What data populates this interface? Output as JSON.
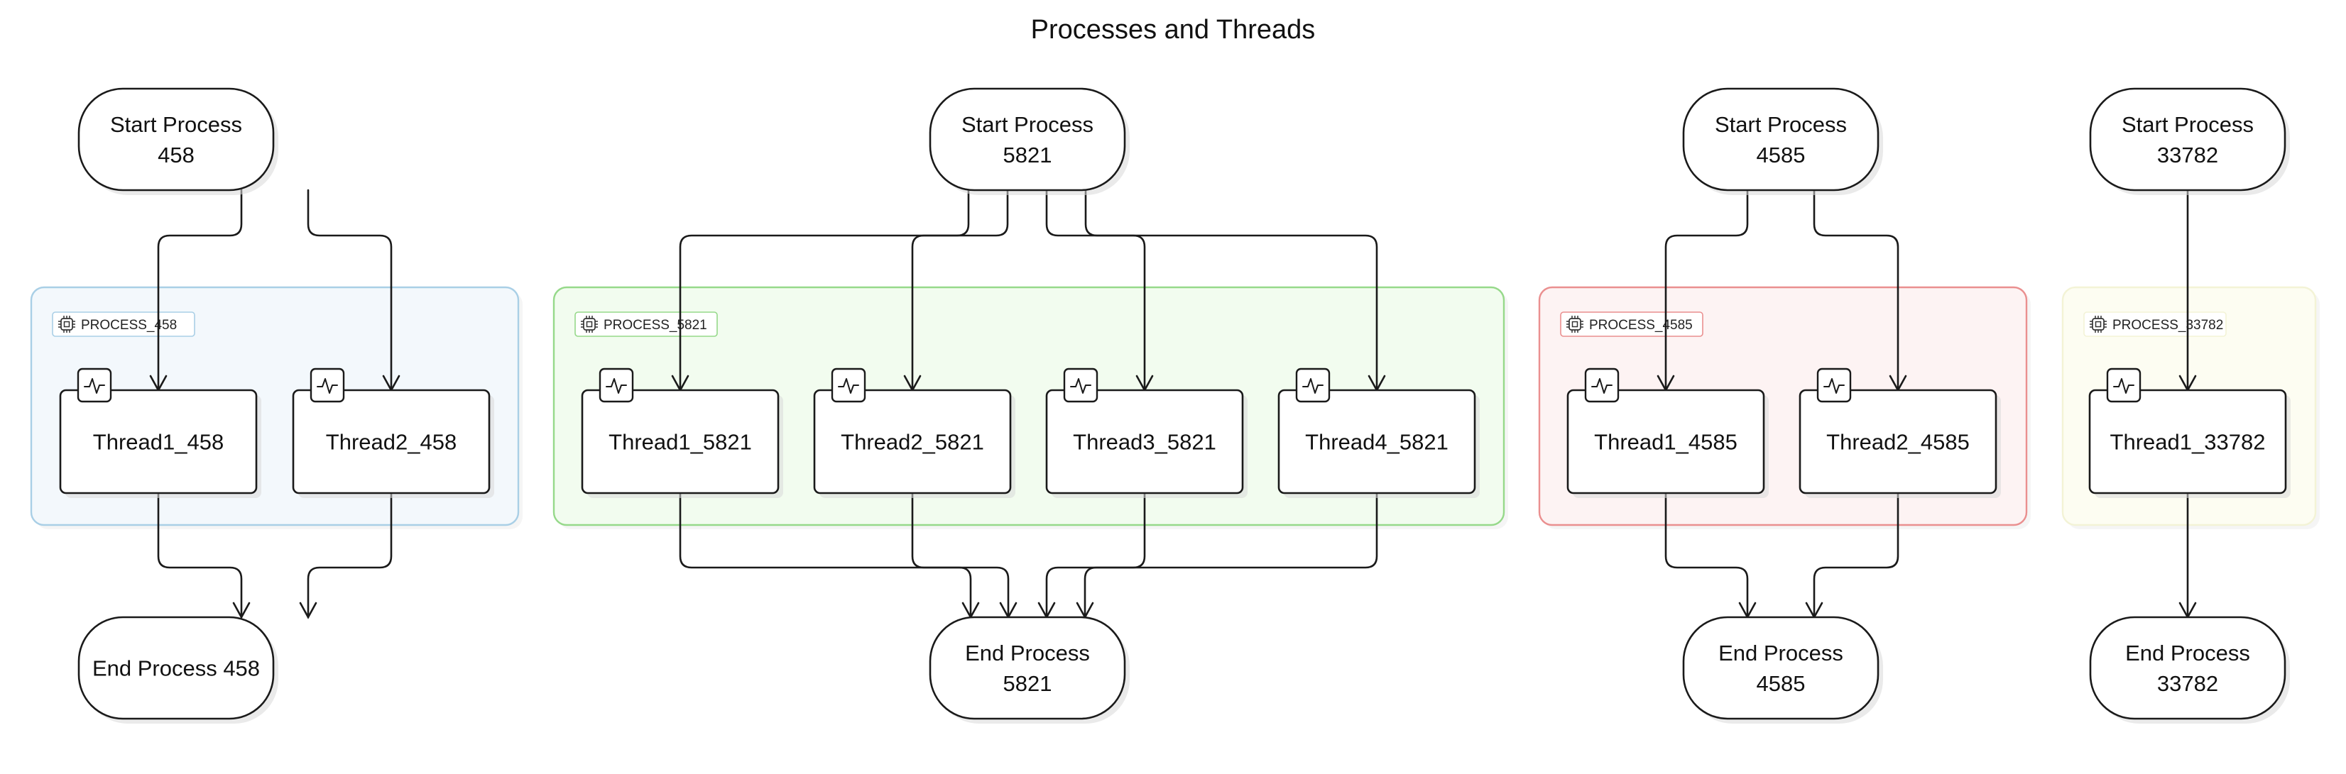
{
  "title": "Processes and Threads",
  "processes": [
    {
      "group_label": "PROCESS_458",
      "start_label": [
        "Start Process",
        "458"
      ],
      "end_label": [
        "End Process 458"
      ],
      "threads": [
        "Thread1_458",
        "Thread2_458"
      ],
      "colors": {
        "fill": "#f3f8fc",
        "stroke": "#a9cfe6"
      }
    },
    {
      "group_label": "PROCESS_5821",
      "start_label": [
        "Start Process",
        "5821"
      ],
      "end_label": [
        "End Process",
        "5821"
      ],
      "threads": [
        "Thread1_5821",
        "Thread2_5821",
        "Thread3_5821",
        "Thread4_5821"
      ],
      "colors": {
        "fill": "#f2fcef",
        "stroke": "#96d98a"
      }
    },
    {
      "group_label": "PROCESS_4585",
      "start_label": [
        "Start Process",
        "4585"
      ],
      "end_label": [
        "End Process",
        "4585"
      ],
      "threads": [
        "Thread1_4585",
        "Thread2_4585"
      ],
      "colors": {
        "fill": "#fdf3f3",
        "stroke": "#ea8f8f"
      }
    },
    {
      "group_label": "PROCESS_33782",
      "start_label": [
        "Start Process",
        "33782"
      ],
      "end_label": [
        "End Process",
        "33782"
      ],
      "threads": [
        "Thread1_33782"
      ],
      "colors": {
        "fill": "#fdfdf2",
        "stroke": "#f3f3d6"
      }
    }
  ],
  "icons": {
    "group": "cpu-chip-icon",
    "thread": "activity-pulse-icon"
  }
}
